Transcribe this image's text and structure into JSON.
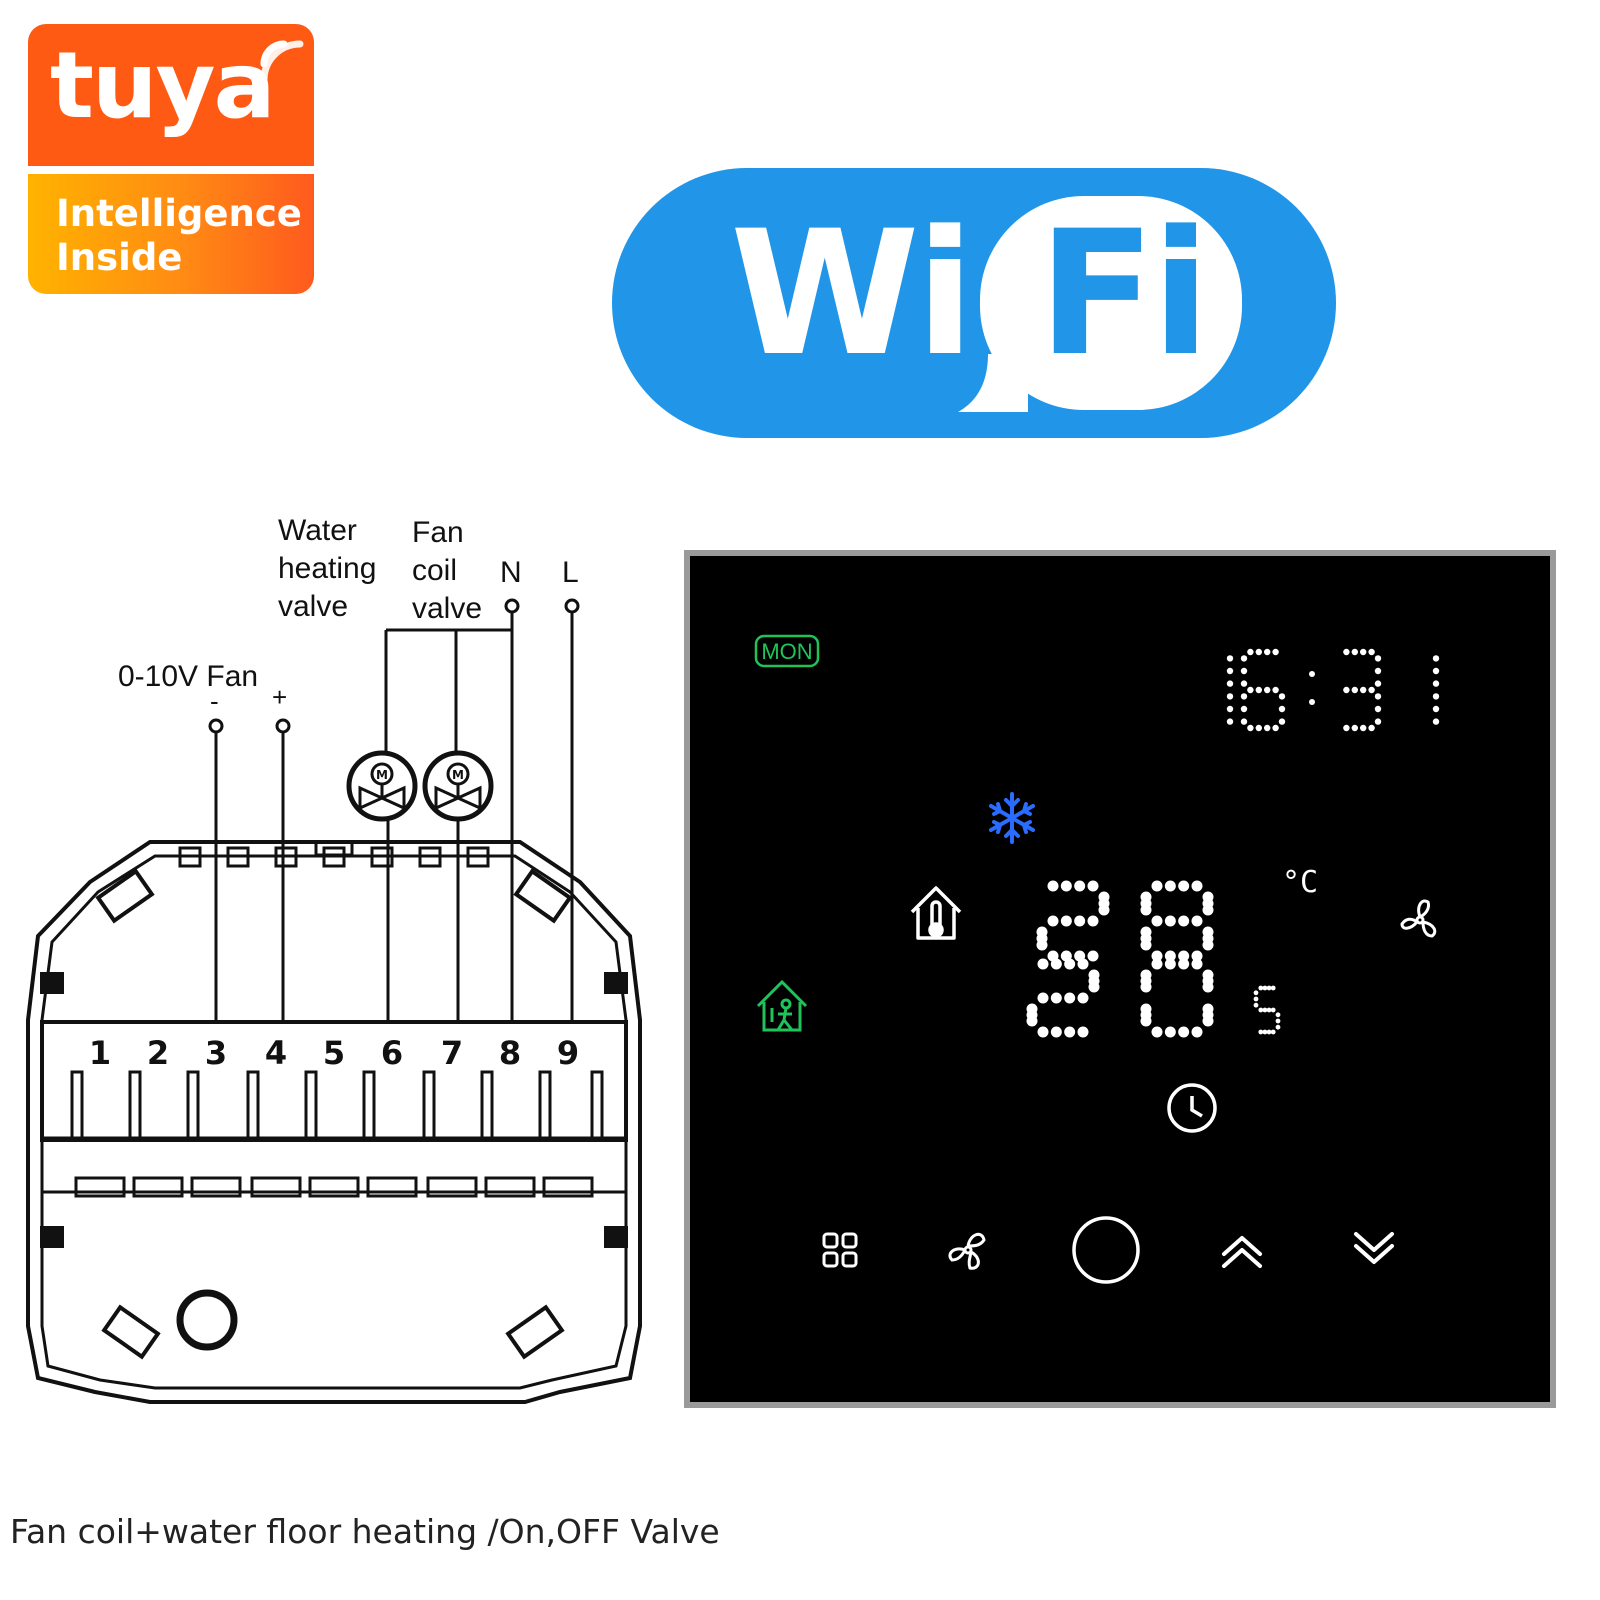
{
  "brand": {
    "tuya_word": "tuya",
    "tuya_tagline_1": "Intelligence",
    "tuya_tagline_2": "Inside",
    "wifi_wi": "Wi",
    "wifi_fi": "Fi"
  },
  "diagram": {
    "label_water_heating_valve": [
      "Water",
      "heating",
      "valve"
    ],
    "label_fan_coil_valve": [
      "Fan",
      "coil",
      "valve"
    ],
    "label_n": "N",
    "label_l": "L",
    "label_fan": "0-10V Fan",
    "label_minus": "-",
    "label_plus": "+",
    "valve_motor_letter": "M",
    "terminals": [
      "1",
      "2",
      "3",
      "4",
      "5",
      "6",
      "7",
      "8",
      "9"
    ]
  },
  "display": {
    "day": "MON",
    "time": "16:31",
    "temperature": "28",
    "temperature_unit": "°C",
    "set_value": "20",
    "mode_indicator": "5"
  },
  "caption": "Fan coil+water floor heating /On,OFF Valve",
  "colors": {
    "tuya_orange": "#ff5a14",
    "wifi_blue": "#2196e8",
    "snowflake_blue": "#2a6cff",
    "display_green": "#1fc35a",
    "panel_black": "#000000"
  }
}
